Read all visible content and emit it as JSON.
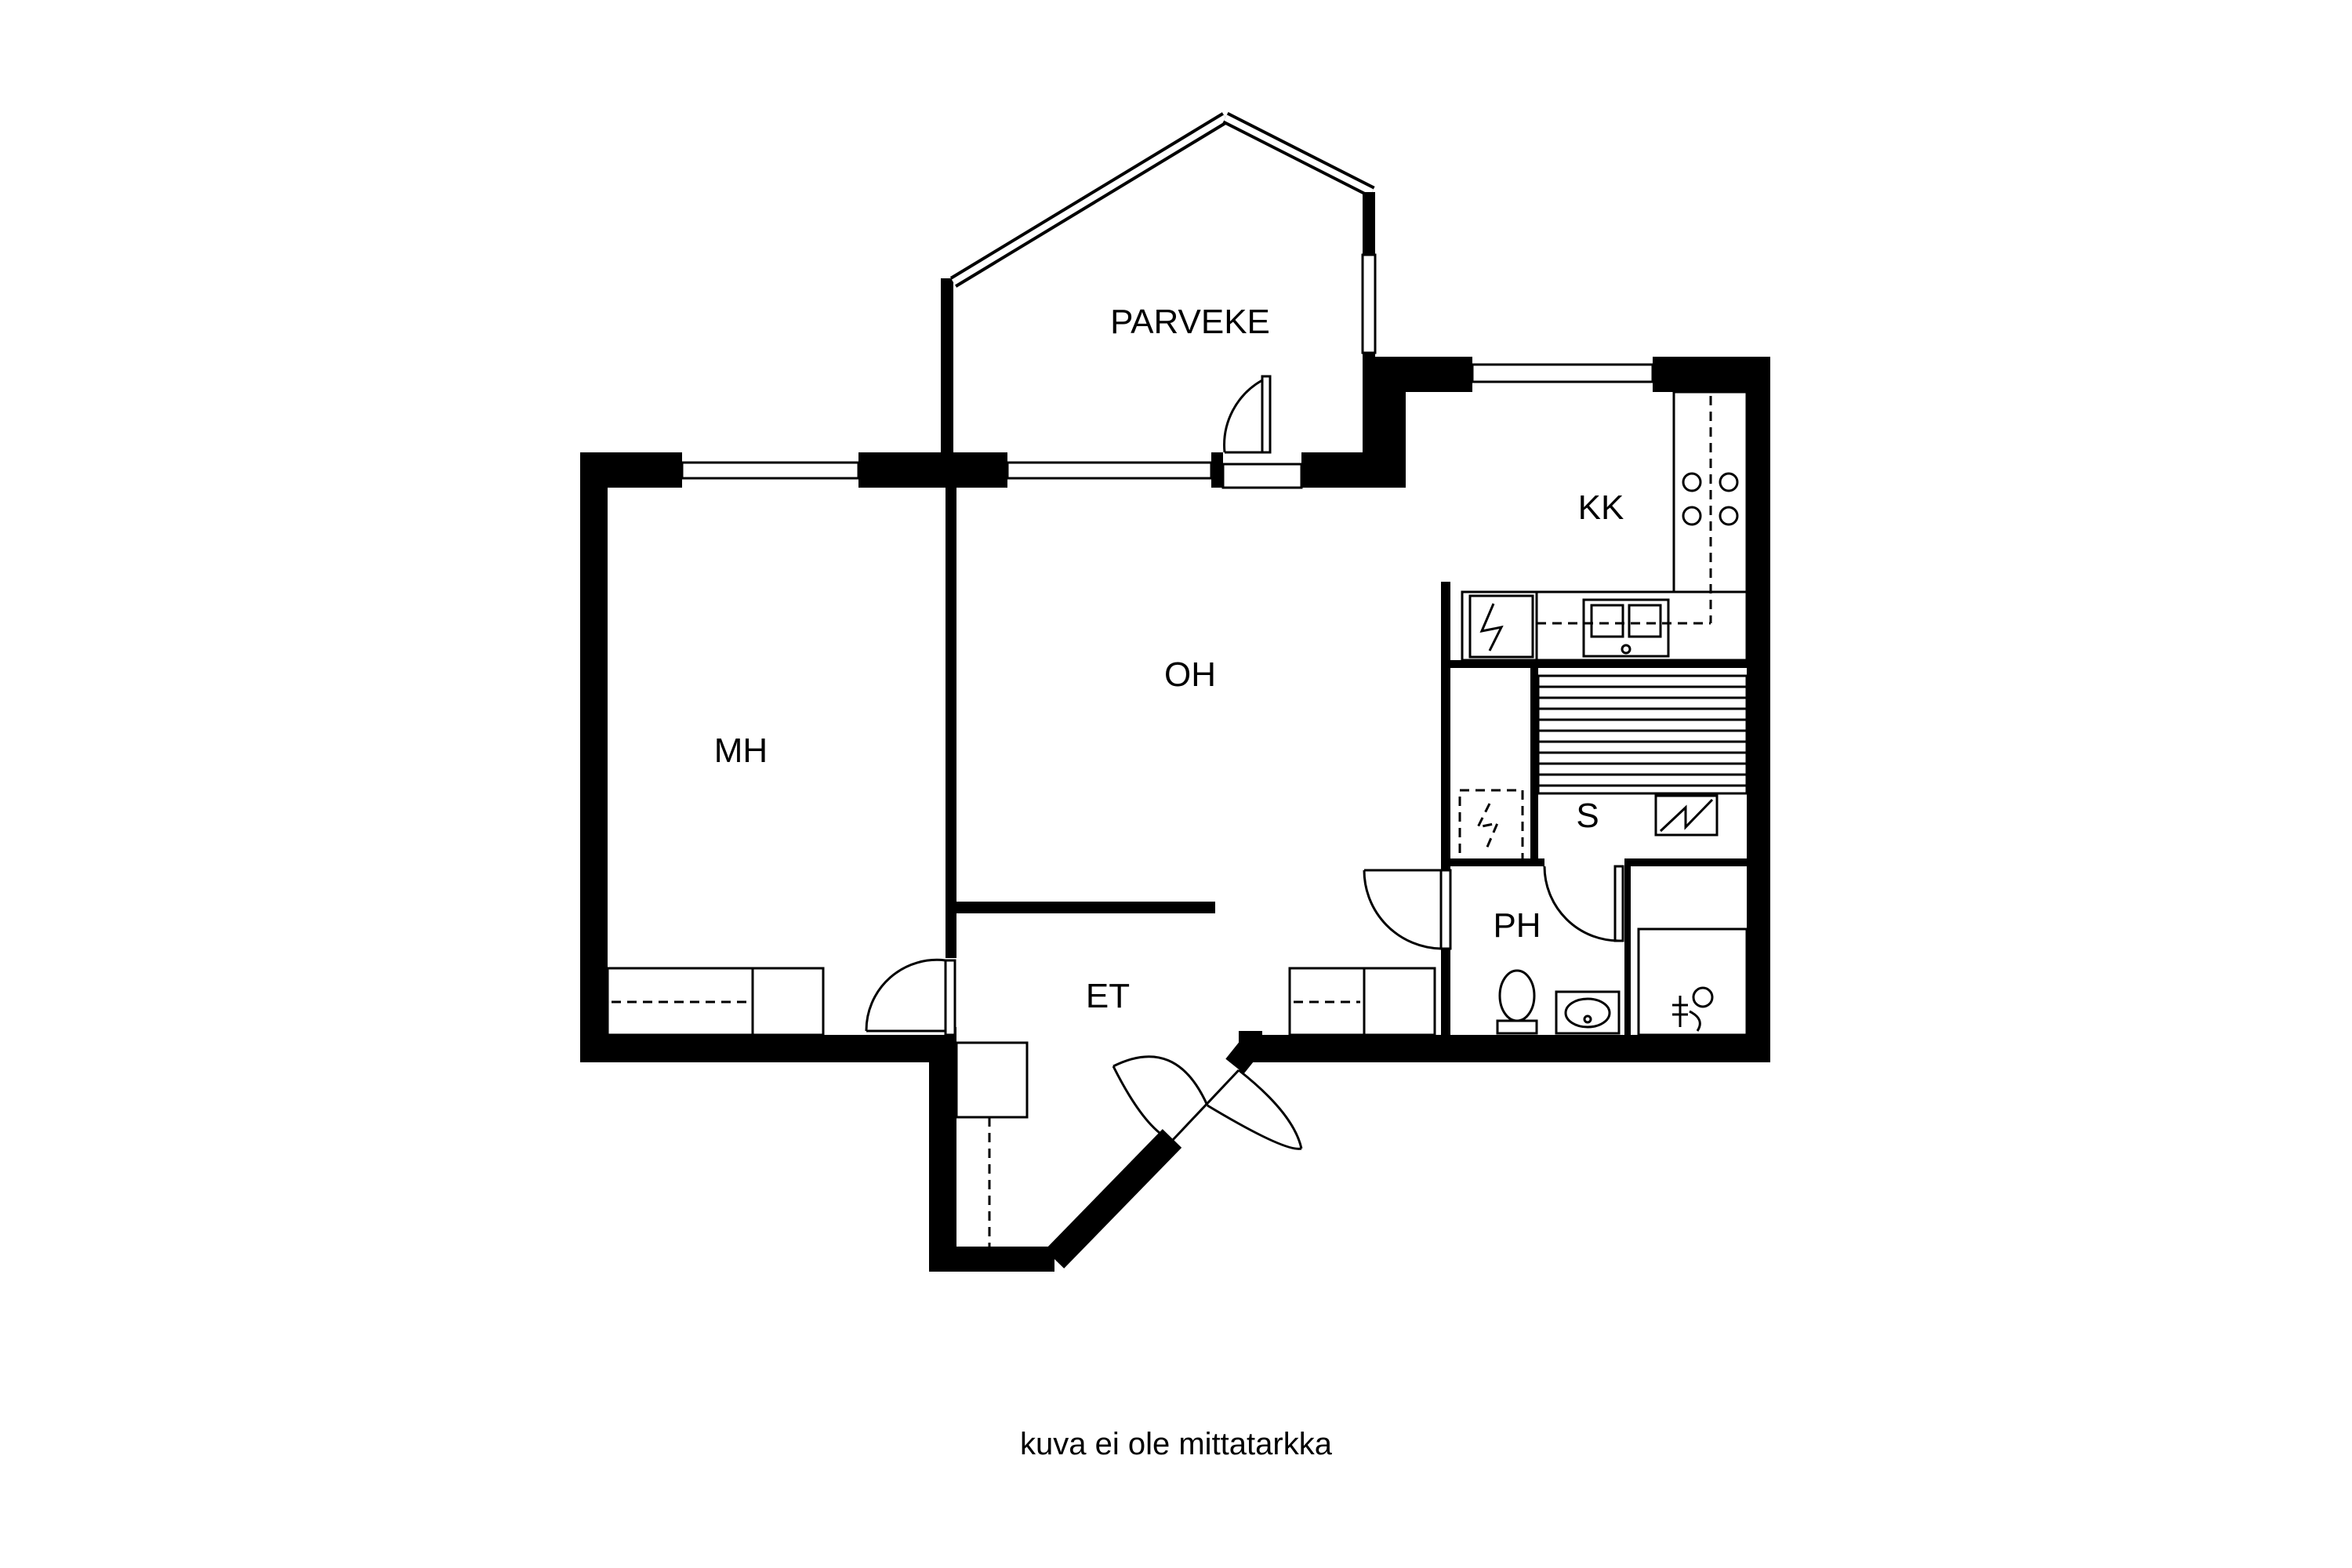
{
  "rooms": {
    "parveke": "PARVEKE",
    "kk": "KK",
    "oh": "OH",
    "mh": "MH",
    "s": "S",
    "ph": "PH",
    "et": "ET"
  },
  "caption": "kuva ei ole mittatarkka"
}
